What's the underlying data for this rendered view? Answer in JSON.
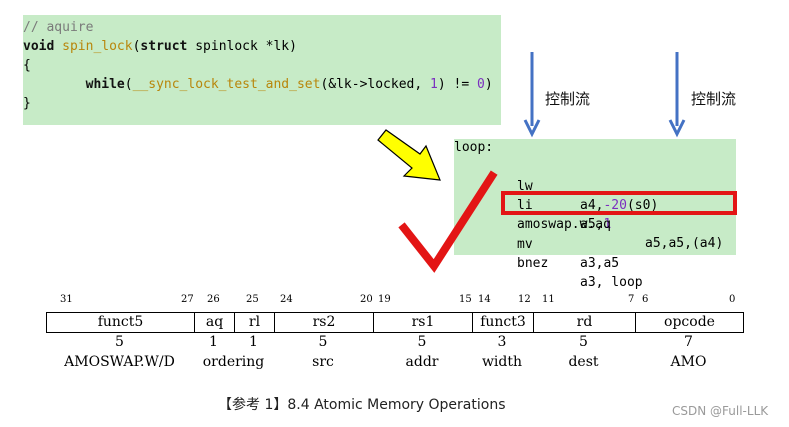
{
  "code": {
    "comment": "// aquire",
    "sig_kw1": "void",
    "sig_fn": "spin_lock",
    "sig_rest_kw": "struct",
    "sig_rest": " spinlock *lk)",
    "sig_open": "(",
    "brace_open": "{",
    "while_kw": "while",
    "while_open": "(",
    "sync_fn": "__sync_lock_test_and_set",
    "while_args": "(&lk->locked, ",
    "while_one": "1",
    "while_cmp": ") != ",
    "while_zero": "0",
    "while_close": ")",
    "brace_close": "}"
  },
  "flow_labels": [
    "控制流",
    "控制流"
  ],
  "asm": {
    "label": "loop:",
    "lines": [
      {
        "op": "lw",
        "args_pre": "a4,",
        "args_num": "-20",
        "args_post": "(s0)"
      },
      {
        "op": "li",
        "args_pre": "a5,",
        "args_num": "1",
        "args_post": ""
      },
      {
        "op": "amoswap.w.aq",
        "args_pre": "a5,a5,(a4)",
        "args_num": "",
        "args_post": ""
      },
      {
        "op": "mv",
        "args_pre": "a3,a5",
        "args_num": "",
        "args_post": ""
      },
      {
        "op": "bnez",
        "args_pre": "a3, loop",
        "args_num": "",
        "args_post": ""
      }
    ]
  },
  "encoding": {
    "bits": [
      "31",
      "27",
      "26",
      "25",
      "24",
      "20",
      "19",
      "15",
      "14",
      "12",
      "11",
      "7",
      "6",
      "0"
    ],
    "fields": [
      "funct5",
      "aq",
      "rl",
      "rs2",
      "rs1",
      "funct3",
      "rd",
      "opcode"
    ],
    "widths": [
      "5",
      "1",
      "1",
      "5",
      "5",
      "3",
      "5",
      "7"
    ],
    "descriptions": [
      "AMOSWAP.W/D",
      "ordering",
      "",
      "src",
      "addr",
      "width",
      "dest",
      "AMO"
    ]
  },
  "caption": "【参考 1】8.4 Atomic Memory Operations",
  "watermark": "CSDN @Full-LLK",
  "colors": {
    "code_bg": "#c7ebc7",
    "highlight": "#e31515",
    "arrow_blue": "#4472c4",
    "arrow_yellow": "#ffff00"
  }
}
